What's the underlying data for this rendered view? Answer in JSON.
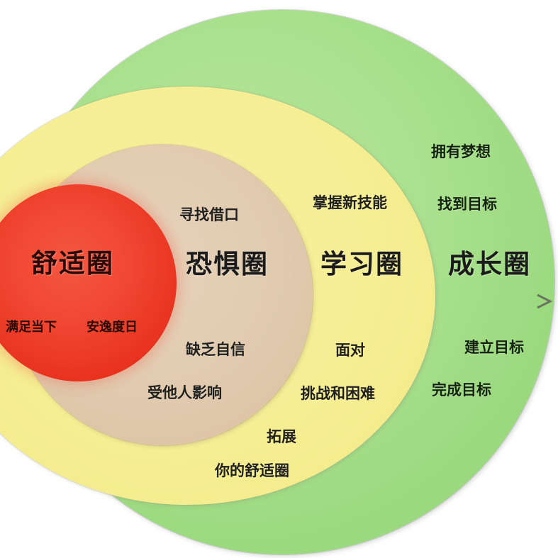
{
  "diagram": {
    "type": "concentric-circles",
    "title_text": "",
    "zones": [
      {
        "id": "comfort",
        "title": "舒适圈",
        "color": "#ef4531",
        "notes": [
          "满足当下",
          "安逸度日"
        ]
      },
      {
        "id": "fear",
        "title": "恐惧圈",
        "color": "#e1ccb0",
        "notes": [
          "寻找借口",
          "缺乏自信",
          "受他人影响"
        ]
      },
      {
        "id": "learning",
        "title": "学习圈",
        "color": "#f5ee93",
        "notes": [
          "掌握新技能",
          "面对",
          "挑战和困难",
          "拓展",
          "你的舒适圈"
        ]
      },
      {
        "id": "growth",
        "title": "成长圈",
        "color": "#a6df8b",
        "notes": [
          "拥有梦想",
          "找到目标",
          "建立目标",
          "完成目标"
        ]
      }
    ],
    "arrow": {
      "name": "progress-arrow",
      "direction": "left-to-right",
      "color": "#5c5c50"
    }
  },
  "labels": {
    "comfort_title": "舒适圈",
    "comfort_note_1": "满足当下",
    "comfort_note_2": "安逸度日",
    "fear_title": "恐惧圈",
    "fear_note_1": "寻找借口",
    "fear_note_2": "缺乏自信",
    "fear_note_3": "受他人影响",
    "learning_title": "学习圈",
    "learning_note_1": "掌握新技能",
    "learning_note_2": "面对",
    "learning_note_3": "挑战和困难",
    "learning_note_4": "拓展",
    "learning_note_5": "你的舒适圈",
    "growth_title": "成长圈",
    "growth_note_1": "拥有梦想",
    "growth_note_2": "找到目标",
    "growth_note_3": "建立目标",
    "growth_note_4": "完成目标"
  }
}
